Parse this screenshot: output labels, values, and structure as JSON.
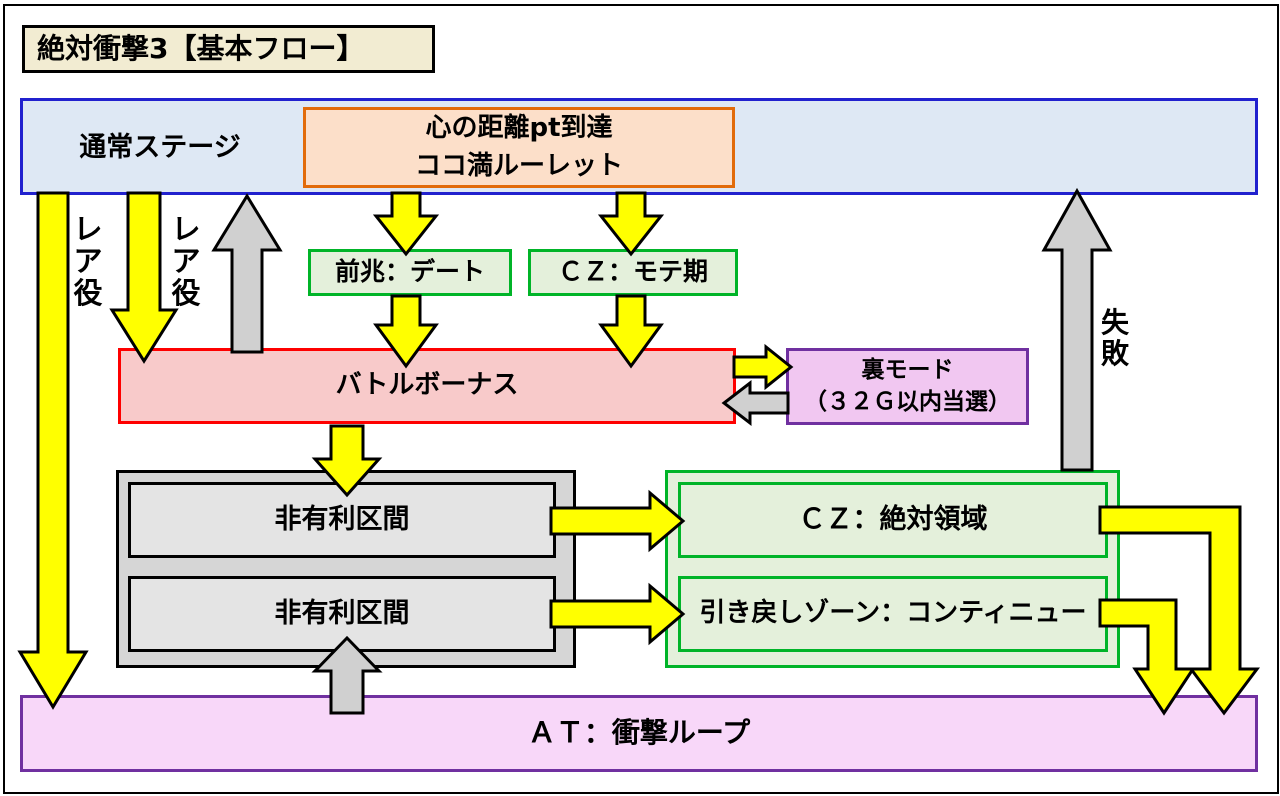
{
  "title": "絶対衝撃3【基本フロー】",
  "flow": {
    "normal_stage": "通常ステージ",
    "roulette_line1": "心の距離pt到達",
    "roulette_line2": "ココ満ルーレット",
    "zenchou": "前兆：デート",
    "cz_mote": "ＣＺ：モテ期",
    "battle_bonus": "バトルボーナス",
    "ura_mode_line1": "裏モード",
    "ura_mode_line2": "（３２Ｇ以内当選）",
    "non_adv_top": "非有利区間",
    "non_adv_bottom": "非有利区間",
    "cz_zettai": "ＣＺ：絶対領域",
    "hikimodoshi": "引き戻しゾーン：コンティニュー",
    "at": "ＡＴ：衝撃ループ"
  },
  "arrow_labels": {
    "rare_left": "レ\nア\n役",
    "rare_mid": "レ\nア\n役",
    "fail": "失\n敗"
  },
  "edges": [
    {
      "from": "通常ステージ",
      "to": "ＡＴ：衝撃ループ",
      "label": "レア役",
      "color": "yellow"
    },
    {
      "from": "通常ステージ",
      "to": "バトルボーナス",
      "label": "レア役",
      "color": "yellow"
    },
    {
      "from": "バトルボーナス",
      "to": "通常ステージ",
      "label": "",
      "color": "gray"
    },
    {
      "from": "ココ満ルーレット",
      "to": "前兆：デート",
      "label": "",
      "color": "yellow"
    },
    {
      "from": "ココ満ルーレット",
      "to": "ＣＺ：モテ期",
      "label": "",
      "color": "yellow"
    },
    {
      "from": "前兆：デート",
      "to": "バトルボーナス",
      "label": "",
      "color": "yellow"
    },
    {
      "from": "ＣＺ：モテ期",
      "to": "バトルボーナス",
      "label": "",
      "color": "yellow"
    },
    {
      "from": "バトルボーナス",
      "to": "裏モード",
      "label": "",
      "color": "yellow"
    },
    {
      "from": "裏モード",
      "to": "バトルボーナス",
      "label": "",
      "color": "gray"
    },
    {
      "from": "バトルボーナス",
      "to": "非有利区間(上)",
      "label": "",
      "color": "yellow"
    },
    {
      "from": "非有利区間(上)",
      "to": "ＣＺ：絶対領域",
      "label": "",
      "color": "yellow"
    },
    {
      "from": "非有利区間(下)",
      "to": "引き戻しゾーン：コンティニュー",
      "label": "",
      "color": "yellow"
    },
    {
      "from": "ＡＴ：衝撃ループ",
      "to": "非有利区間(下)",
      "label": "",
      "color": "gray"
    },
    {
      "from": "ＣＺ：絶対領域",
      "to": "通常ステージ",
      "label": "失敗",
      "color": "gray"
    },
    {
      "from": "ＣＺ：絶対領域",
      "to": "ＡＴ：衝撃ループ",
      "label": "",
      "color": "yellow"
    },
    {
      "from": "引き戻しゾーン：コンティニュー",
      "to": "ＡＴ：衝撃ループ",
      "label": "",
      "color": "yellow"
    }
  ],
  "colors": {
    "arrow_yellow": "#FFFF00",
    "arrow_gray": "#D0D0D0",
    "blue_border": "#2121CE",
    "blue_fill": "#DEE8F4",
    "orange_border": "#E26B0A",
    "orange_fill": "#FCDFC9",
    "green_border": "#00B428",
    "green_fill": "#E4F0DB",
    "red_border": "#FE0000",
    "red_fill": "#F8CACA",
    "purple_border": "#7030A0",
    "purple_fill": "#F1C7F1",
    "at_fill": "#F8D7F9",
    "gray_fill": "#D6D6D6",
    "title_fill": "#F2ECD2"
  }
}
